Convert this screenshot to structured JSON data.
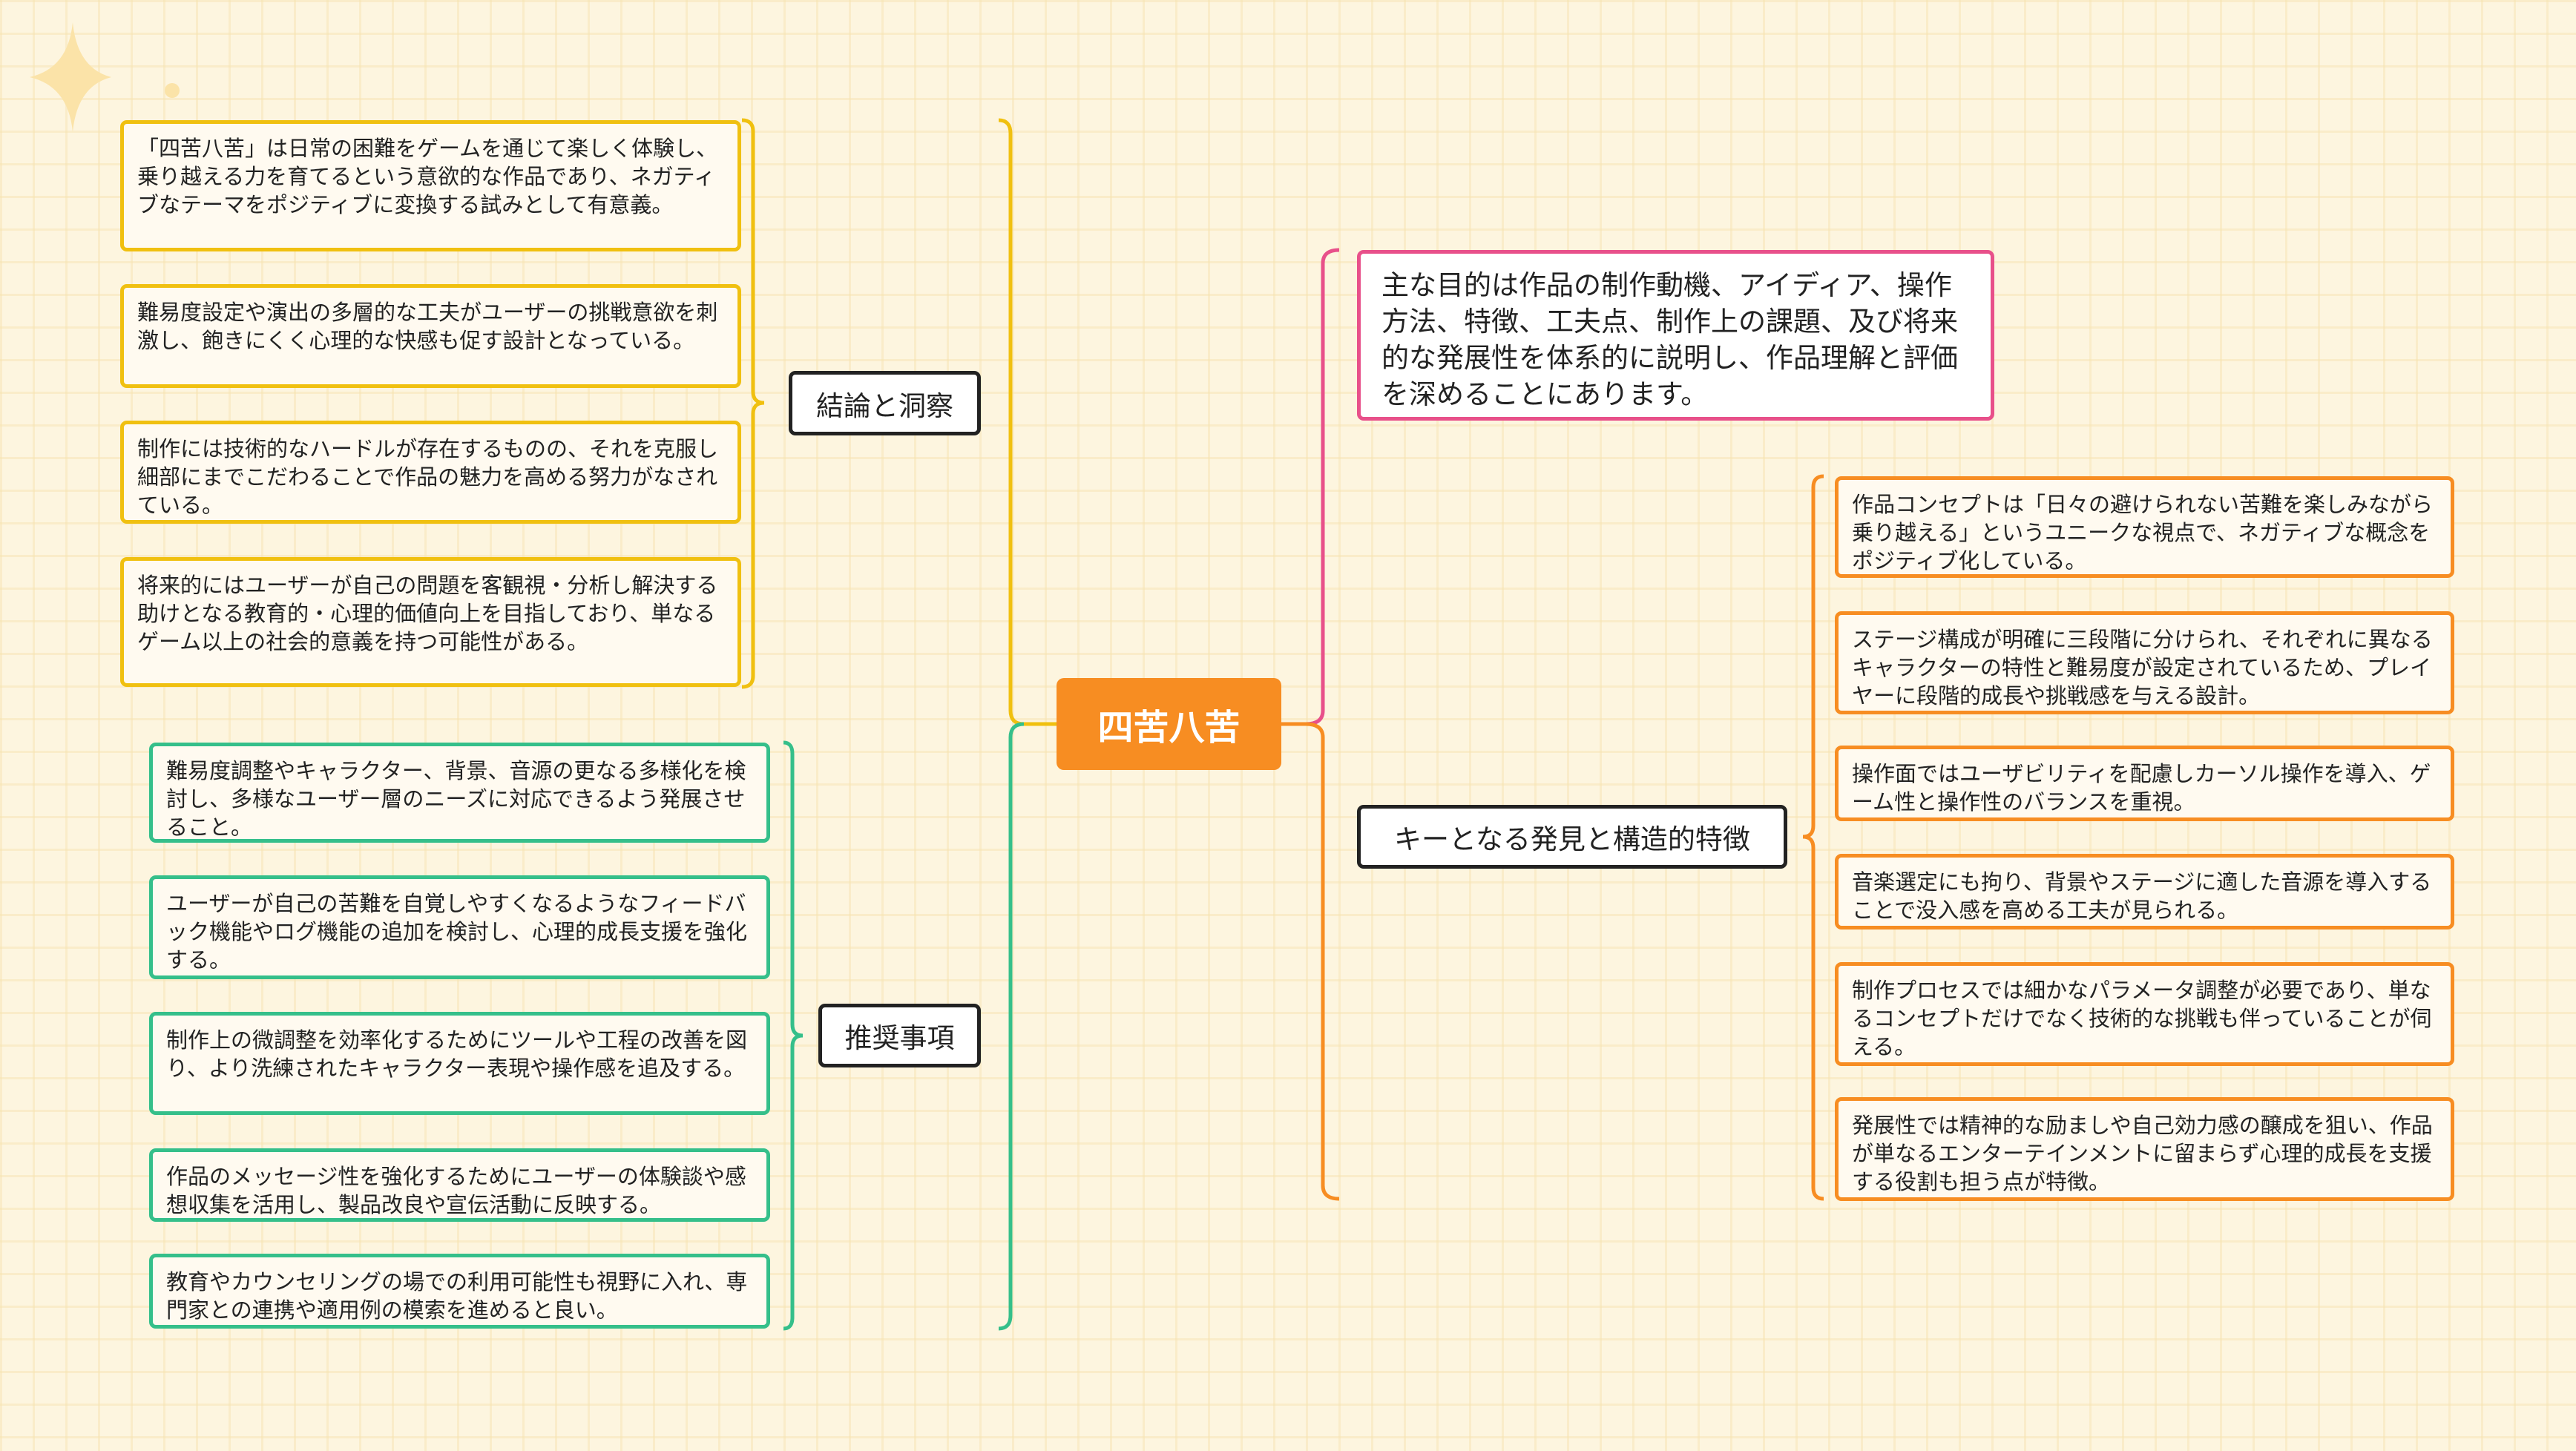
{
  "central_topic": "四苦八苦",
  "colors": {
    "conclusion": "#f0c010",
    "recommendation": "#35bf8a",
    "purpose": "#e8508a",
    "findings": "#f78d22",
    "center": "#f78d22"
  },
  "branches": {
    "conclusion": {
      "label": "結論と洞察",
      "items": [
        "「四苦八苦」は日常の困難をゲームを通じて楽しく体験し、乗り越える力を育てるという意欲的な作品であり、ネガティブなテーマをポジティブに変換する試みとして有意義。",
        "難易度設定や演出の多層的な工夫がユーザーの挑戦意欲を刺激し、飽きにくく心理的な快感も促す設計となっている。",
        "制作には技術的なハードルが存在するものの、それを克服し細部にまでこだわることで作品の魅力を高める努力がなされている。",
        "将来的にはユーザーが自己の問題を客観視・分析し解決する助けとなる教育的・心理的価値向上を目指しており、単なるゲーム以上の社会的意義を持つ可能性がある。"
      ]
    },
    "recommendation": {
      "label": "推奨事項",
      "items": [
        "難易度調整やキャラクター、背景、音源の更なる多様化を検討し、多様なユーザー層のニーズに対応できるよう発展させること。",
        "ユーザーが自己の苦難を自覚しやすくなるようなフィードバック機能やログ機能の追加を検討し、心理的成長支援を強化する。",
        "制作上の微調整を効率化するためにツールや工程の改善を図り、より洗練されたキャラクター表現や操作感を追及する。",
        "作品のメッセージ性を強化するためにユーザーの体験談や感想収集を活用し、製品改良や宣伝活動に反映する。",
        "教育やカウンセリングの場での利用可能性も視野に入れ、専門家との連携や適用例の模索を進めると良い。"
      ]
    },
    "purpose": {
      "text": "主な目的は作品の制作動機、アイディア、操作方法、特徴、工夫点、制作上の課題、及び将来的な発展性を体系的に説明し、作品理解と評価を深めることにあります。"
    },
    "findings": {
      "label": "キーとなる発見と構造的特徴",
      "items": [
        "作品コンセプトは「日々の避けられない苦難を楽しみながら乗り越える」というユニークな視点で、ネガティブな概念をポジティブ化している。",
        "ステージ構成が明確に三段階に分けられ、それぞれに異なるキャラクターの特性と難易度が設定されているため、プレイヤーに段階的成長や挑戦感を与える設計。",
        "操作面ではユーザビリティを配慮しカーソル操作を導入、ゲーム性と操作性のバランスを重視。",
        "音楽選定にも拘り、背景やステージに適した音源を導入することで没入感を高める工夫が見られる。",
        "制作プロセスでは細かなパラメータ調整が必要であり、単なるコンセプトだけでなく技術的な挑戦も伴っていることが伺える。",
        "発展性では精神的な励ましや自己効力感の醸成を狙い、作品が単なるエンターテインメントに留まらず心理的成長を支援する役割も担う点が特徴。"
      ]
    }
  }
}
